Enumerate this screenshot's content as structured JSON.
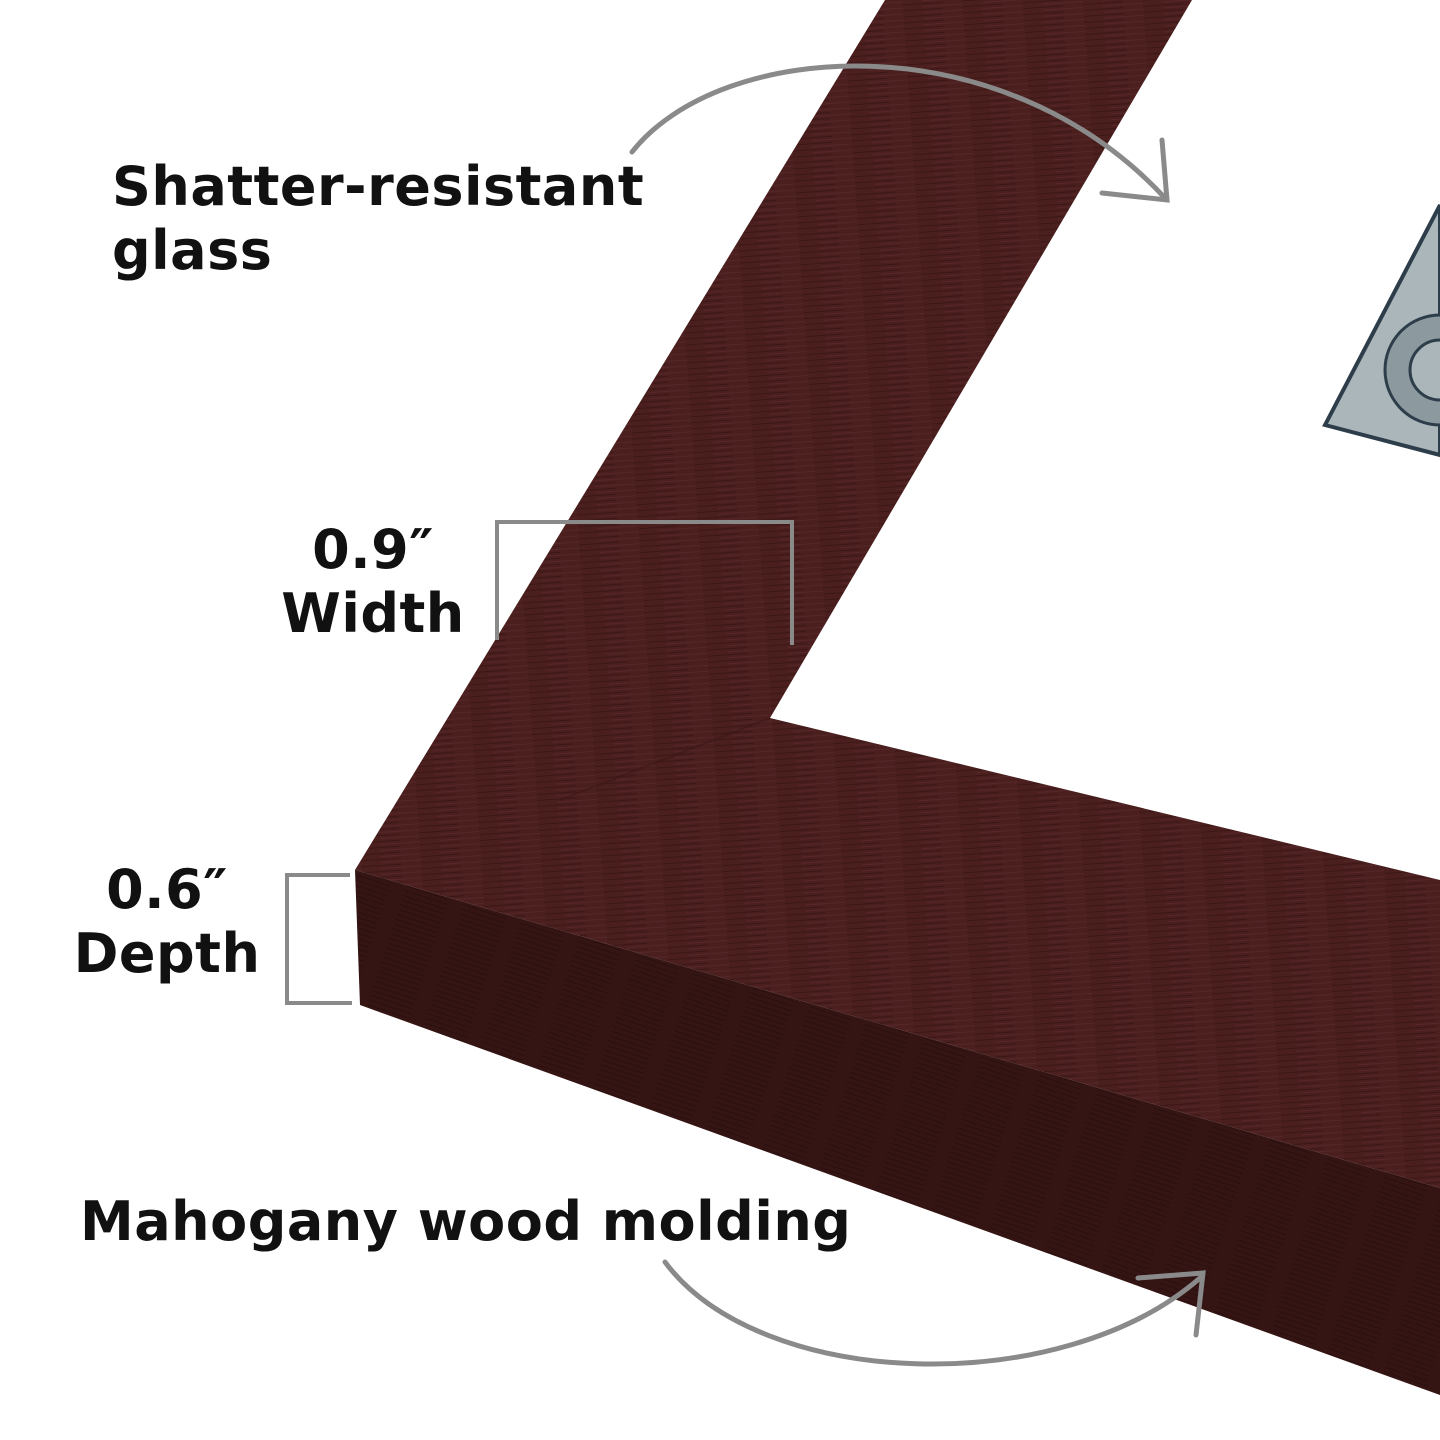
{
  "labels": {
    "glass_line1": "Shatter-resistant",
    "glass_line2": "glass",
    "width_value": "0.9″",
    "width_label": "Width",
    "depth_value": "0.6″",
    "depth_label": "Depth",
    "molding": "Mahogany wood molding"
  },
  "colors": {
    "frame_face": "#4a1f1e",
    "frame_side": "#341413",
    "arrow": "#8a8a8a",
    "artwork": "#aab6ba"
  }
}
